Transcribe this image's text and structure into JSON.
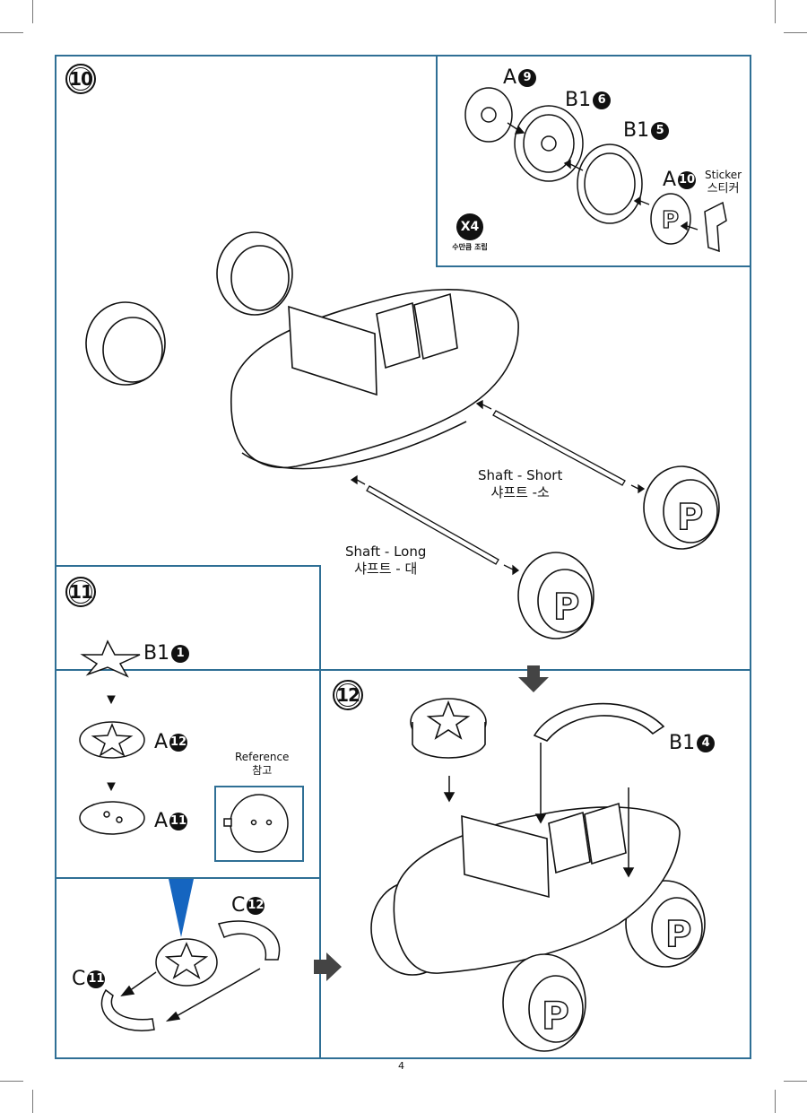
{
  "page_number": "4",
  "steps": {
    "s10": "10",
    "s11": "11",
    "s12": "12"
  },
  "part_labels": {
    "a9": {
      "letter": "A",
      "num": "9"
    },
    "b16": {
      "letter": "B1",
      "num": "6"
    },
    "b15": {
      "letter": "B1",
      "num": "5"
    },
    "a10": {
      "letter": "A",
      "num": "10"
    },
    "b11": {
      "letter": "B1",
      "num": "1"
    },
    "a12": {
      "letter": "A",
      "num": "12"
    },
    "a11": {
      "letter": "A",
      "num": "11"
    },
    "c12": {
      "letter": "C",
      "num": "12"
    },
    "c11": {
      "letter": "C",
      "num": "11"
    },
    "b14": {
      "letter": "B1",
      "num": "4"
    }
  },
  "sticker": {
    "en": "Sticker",
    "ko": "스티커"
  },
  "repeat_badge": {
    "count": "X4",
    "caption": "수만큼 조립"
  },
  "shaft_short": {
    "en": "Shaft - Short",
    "ko": "샤프트 -소"
  },
  "shaft_long": {
    "en": "Shaft - Long",
    "ko": "샤프트 - 대"
  },
  "reference": {
    "en": "Reference",
    "ko": "참고"
  },
  "colors": {
    "panel_border": "#2f6f95",
    "accent_arrow": "#1565c0"
  }
}
